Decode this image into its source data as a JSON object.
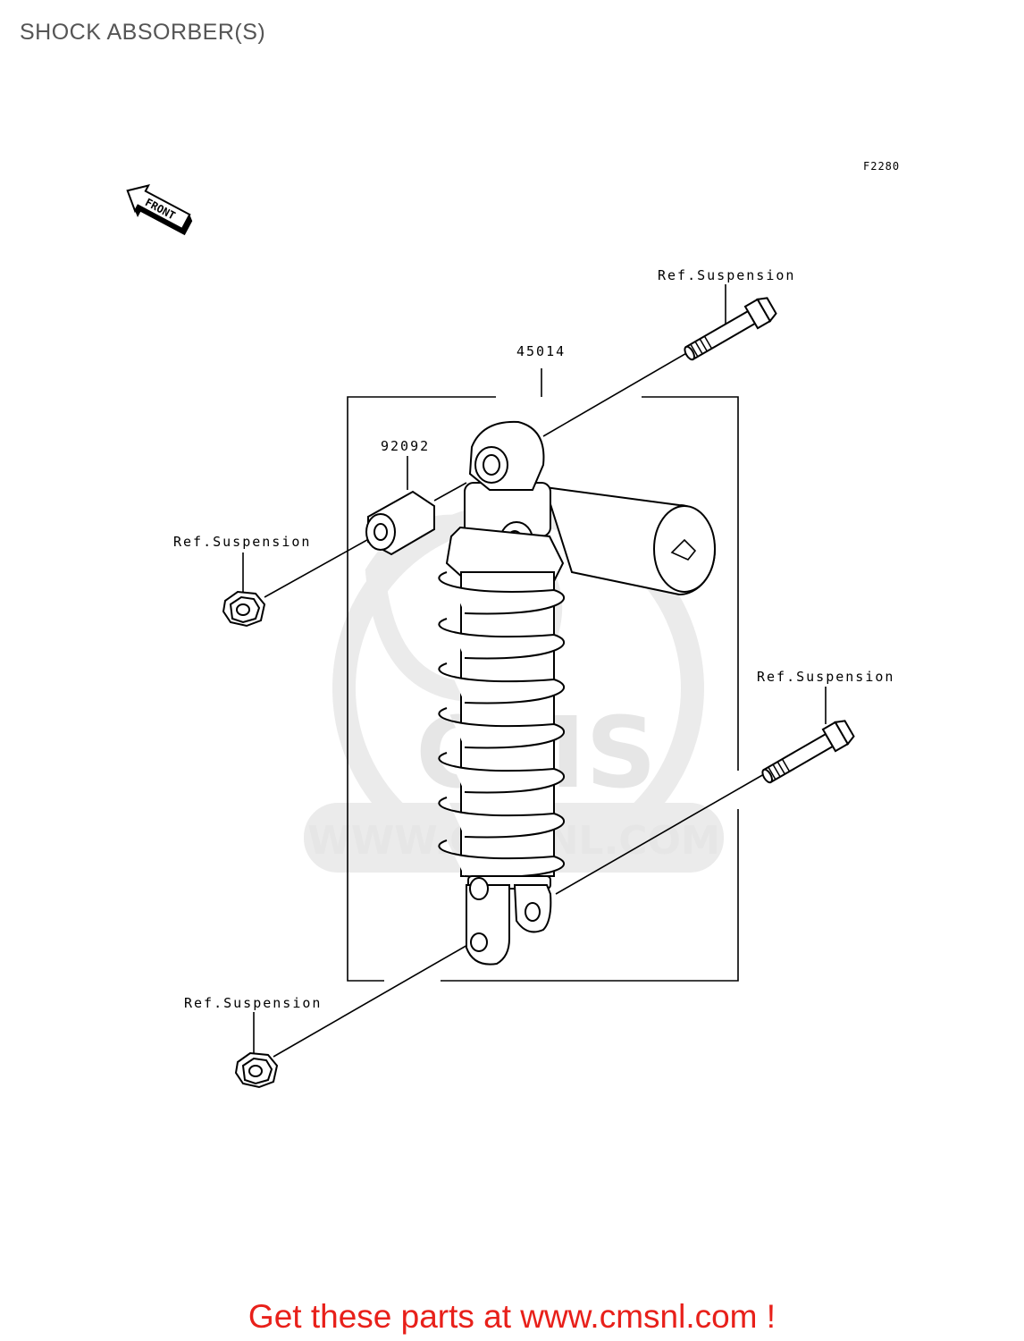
{
  "header": {
    "title": "SHOCK ABSORBER(S)"
  },
  "diagram": {
    "figure_code": "F2280",
    "front_arrow_label": "FRONT",
    "watermark": {
      "text": "WWW.CMSNL.COM",
      "logo_text": "CMS"
    },
    "callouts": [
      {
        "id": "45014",
        "label": "45014"
      },
      {
        "id": "92092",
        "label": "92092"
      },
      {
        "id": "ref-top-bolt",
        "label": "Ref.Suspension"
      },
      {
        "id": "ref-upper-nut",
        "label": "Ref.Suspension"
      },
      {
        "id": "ref-lower-bolt",
        "label": "Ref.Suspension"
      },
      {
        "id": "ref-lower-nut",
        "label": "Ref.Suspension"
      }
    ]
  },
  "footer": {
    "cta": "Get these parts at www.cmsnl.com !"
  },
  "colors": {
    "footer_text": "#e8201a",
    "title_text": "#555555",
    "watermark": "#e6e6e6"
  }
}
